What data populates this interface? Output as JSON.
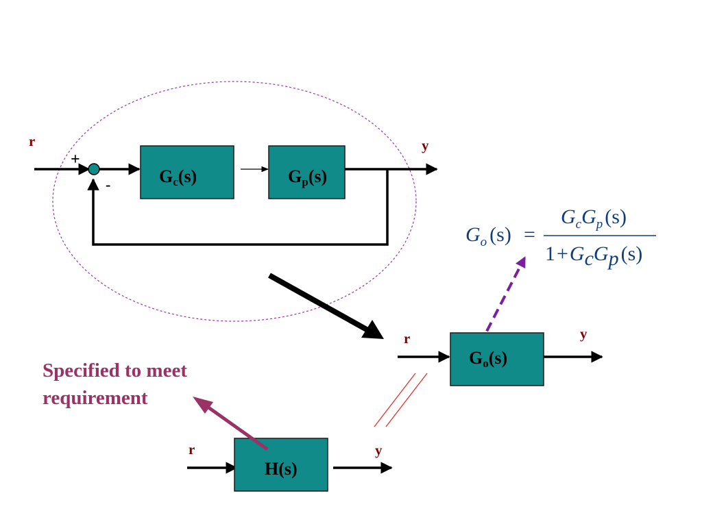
{
  "colors": {
    "block_fill": "#118A8A",
    "block_stroke": "#1a1a1a",
    "signal_label": "#800000",
    "equation": "#0F3E7A",
    "note": "#993366",
    "dashed_ellipse": "#9933AA",
    "dashed_arrow": "#7A1FA0",
    "parallel_mark": "#E0302A"
  },
  "loop": {
    "input_label": "r",
    "output_label": "y",
    "plus_sign": "+",
    "minus_sign": "-",
    "controller": {
      "main": "G",
      "sub": "c",
      "arg": "(s)"
    },
    "plant": {
      "main": "G",
      "sub": "p",
      "arg": "(s)"
    }
  },
  "equivalent": {
    "input_label": "r",
    "output_label": "y",
    "block": {
      "main": "G",
      "sub": "o",
      "arg": "(s)"
    }
  },
  "equation": {
    "lhs_main": "G",
    "lhs_sub": "o",
    "lhs_arg": "(s)",
    "equals": "=",
    "num_g1": "G",
    "num_s1": "c",
    "num_g2": "G",
    "num_s2": "p",
    "num_arg": "(s)",
    "den_one": "1",
    "den_plus": "+",
    "den_g1": "G",
    "den_s1": "c",
    "den_g2": "G",
    "den_s2": "p",
    "den_arg": "(s)"
  },
  "target": {
    "input_label": "r",
    "output_label": "y",
    "block_label": "H(s)"
  },
  "note": {
    "line1": "Specified to meet",
    "line2": "requirement"
  }
}
